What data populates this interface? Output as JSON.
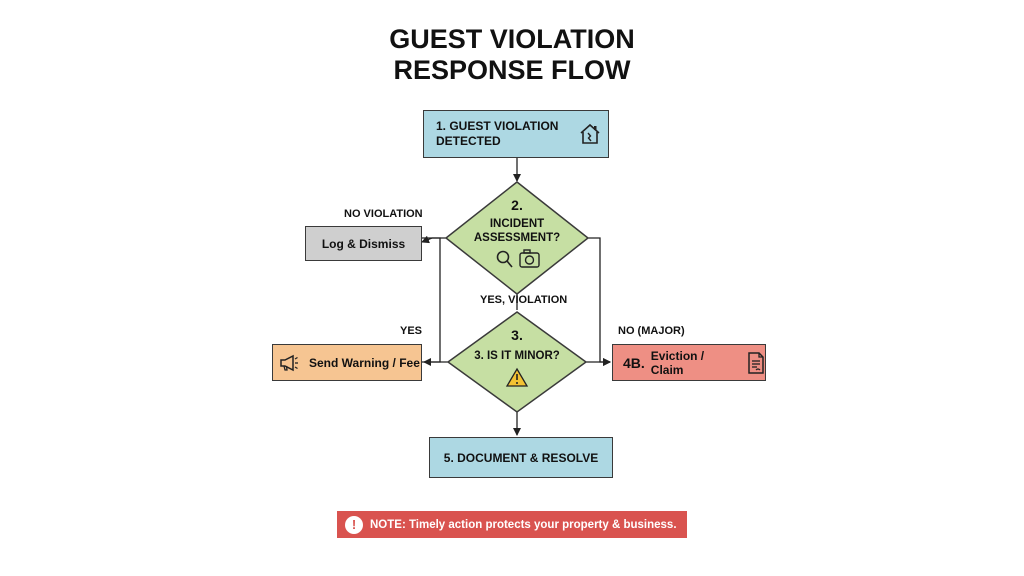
{
  "title": {
    "line1": "GUEST VIOLATION",
    "line2": "RESPONSE FLOW"
  },
  "nodes": {
    "detect": {
      "label": "1. GUEST VIOLATION DETECTED",
      "icon": "house-icon"
    },
    "assess": {
      "number": "2.",
      "label_line1": "INCIDENT",
      "label_line2": "ASSESSMENT?",
      "icons": [
        "magnifier-icon",
        "camera-icon"
      ]
    },
    "log": {
      "label": "Log & Dismiss"
    },
    "minor": {
      "number": "3.",
      "label": "3. IS IT MINOR?",
      "icon": "warning-icon"
    },
    "warning": {
      "label": "Send Warning / Fee",
      "icon": "megaphone-icon"
    },
    "eviction": {
      "number": "4B.",
      "label": "Eviction / Claim",
      "icon": "document-icon"
    },
    "resolve": {
      "label": "5. DOCUMENT & RESOLVE"
    }
  },
  "edge_labels": {
    "no_violation": "NO VIOLATION",
    "yes_violation": "YES, VIOLATION",
    "yes": "YES",
    "no_major": "NO (MAJOR)"
  },
  "note": {
    "text": "NOTE: Timely action protects your property & business.",
    "icon": "exclamation-icon"
  },
  "colors": {
    "blue_box": "#add8e3",
    "green_diamond": "#c6dfa3",
    "gray_box": "#cfcfcf",
    "orange_box": "#f6c592",
    "red_box": "#ee8f84",
    "note_bg": "#d9534f"
  }
}
